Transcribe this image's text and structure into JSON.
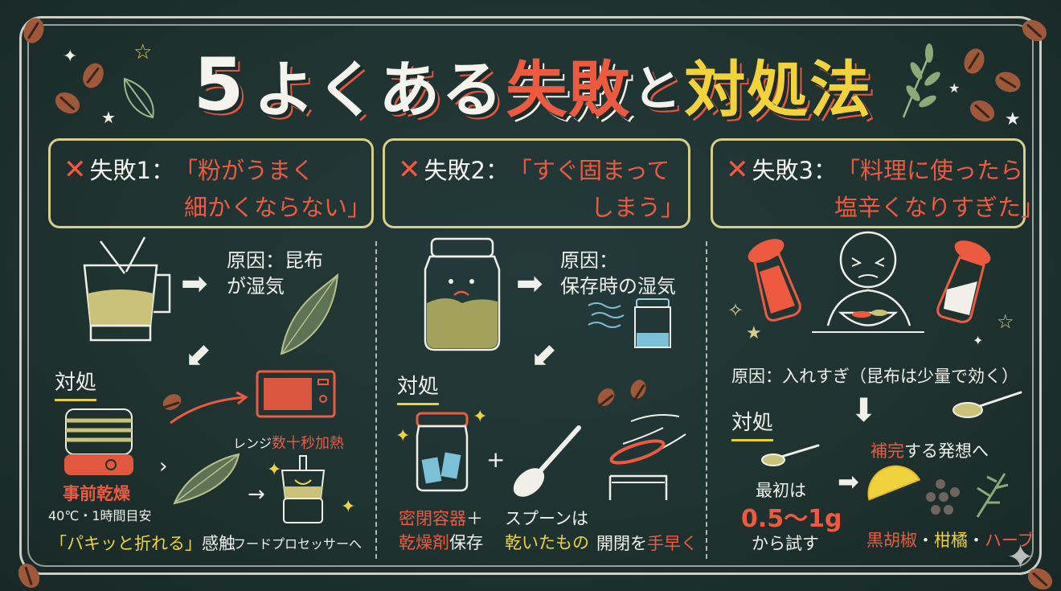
{
  "title": {
    "number": "5",
    "part1": "よくある",
    "part2": "失敗",
    "part3": "と",
    "part4": "対処法"
  },
  "colors": {
    "background": "#1f3331",
    "chalk_white": "#f1efe8",
    "accent_red": "#ee5a40",
    "accent_yellow": "#f0d23e",
    "frame_yellow": "#d8ce8c",
    "bean_brown": "#a0583a"
  },
  "icons": [
    "coffee-bean-icon",
    "sparkle-star-icon",
    "leaf-icon",
    "x-mark-icon",
    "arrow-right-icon",
    "arrow-down-icon",
    "blender-icon",
    "jar-icon",
    "microwave-icon",
    "dehydrator-icon",
    "food-processor-icon",
    "spoon-icon",
    "salt-shaker-icon",
    "lemon-icon",
    "peppercorn-icon",
    "herb-icon"
  ],
  "sections": [
    {
      "x_mark": "✕",
      "label": "失敗1：",
      "quote_line1": "「粉がうまく",
      "quote_line2": "細かくならない」",
      "cause_line1": "原因：昆布",
      "cause_line2": "が湿気",
      "taisho": "対処",
      "fix": {
        "dry_title": "事前乾燥",
        "dry_detail": "40℃・1時間目安",
        "snap_quote": "「パキッと折れる」",
        "snap_suffix": "感触",
        "range_prefix": "レンジ",
        "range_highlight": "数十秒加熱",
        "processor": "フードプロセッサーへ"
      }
    },
    {
      "x_mark": "✕",
      "label": "失敗2：",
      "quote_line1": "「すぐ固まって",
      "quote_line2": "しまう」",
      "cause_line1": "原因：",
      "cause_line2": "保存時の湿気",
      "taisho": "対処",
      "fix": {
        "container_line1_red": "密閉容器",
        "container_line1_white": "＋",
        "container_line2_red": "乾燥剤",
        "container_line2_white": "保存",
        "plus": "+",
        "spoon_line1": "スプーンは",
        "spoon_line2": "乾いたもの",
        "open_prefix": "開閉を",
        "open_highlight": "手早く"
      }
    },
    {
      "x_mark": "✕",
      "label": "失敗3：",
      "quote_line1": "「料理に使ったら",
      "quote_line2": "塩辛くなりすぎた」",
      "cause": "原因：入れすぎ（昆布は少量で効く）",
      "taisho": "対処",
      "fix": {
        "first_line1": "最初は",
        "first_amount": "0.5〜1g",
        "first_line3": "から試す",
        "complement_red": "補完",
        "complement_white": "する発想へ",
        "ingredients_red1": "黒胡椒",
        "sep1": "・",
        "ingredients_yellow": "柑橘",
        "sep2": "・",
        "ingredients_red2": "ハーブ"
      }
    }
  ]
}
